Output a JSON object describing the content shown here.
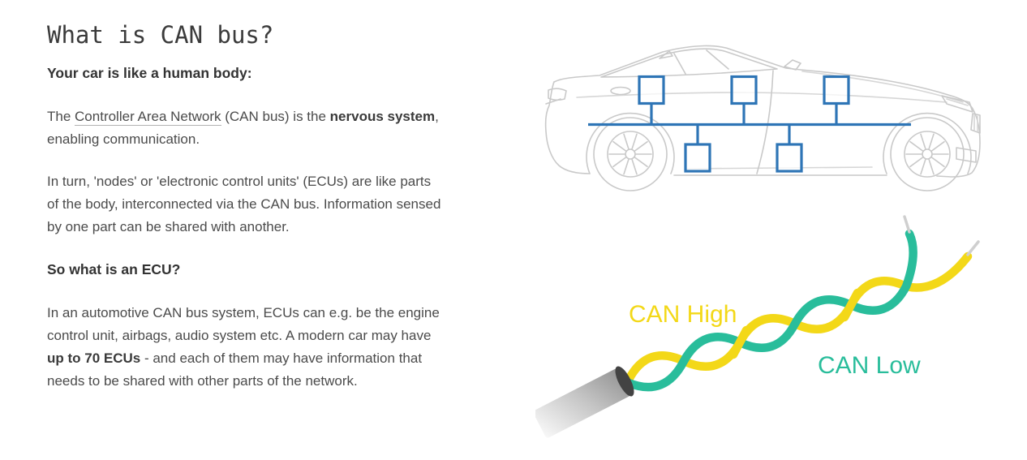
{
  "article": {
    "title": "What is CAN bus?",
    "intro_heading": "Your car is like a human body:",
    "p1": {
      "pre": "The ",
      "link": "Controller Area Network",
      "mid": " (CAN bus) is the ",
      "bold": "nervous system",
      "post": ",",
      "line2": "enabling communication."
    },
    "p2": "In turn, 'nodes' or 'electronic control units' (ECUs) are like parts\nof the body, interconnected via the CAN bus. Information sensed\nby one part can be shared with another.",
    "ecu_heading": "So what is an ECU?",
    "p3": {
      "part1": "In an automotive CAN bus system, ECUs can e.g. be the engine\ncontrol unit, airbags, audio system etc. A modern car may have\n",
      "bold": "up to 70 ECUs",
      "part2": " - and each of them may have information that\nneeds to be shared with other parts of the network."
    }
  },
  "diagram_car": {
    "ecu_node_count": 5,
    "accent_color": "#2E75B6",
    "line_color": "#c9c9c9"
  },
  "diagram_wires": {
    "high_label": "CAN High",
    "low_label": "CAN Low",
    "high_color": "#F3D818",
    "low_color": "#29BD9B",
    "sheath_cap_color": "#434343",
    "tip_color": "#cfcfcf"
  }
}
